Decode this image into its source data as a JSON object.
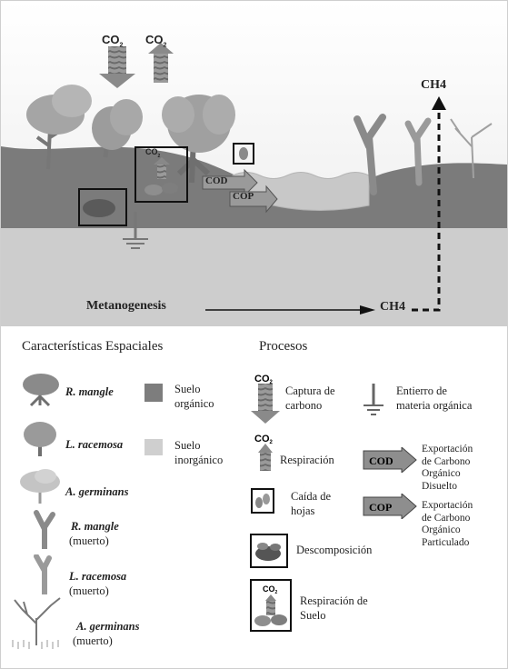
{
  "diagram": {
    "co2": "CO",
    "co2_sub": "2",
    "ch4_top": "CH4",
    "ch4_bottom": "CH4",
    "metanogenesis": "Metanogenesis",
    "cod": "COD",
    "cop": "COP"
  },
  "legend": {
    "spatial_title": "Características Espaciales",
    "process_title": "Procesos",
    "species": [
      {
        "name": "R. mangle",
        "extra": ""
      },
      {
        "name": "L. racemosa",
        "extra": ""
      },
      {
        "name": "A. germinans",
        "extra": ""
      },
      {
        "name": "R. mangle",
        "extra": "(muerto)"
      },
      {
        "name": "L. racemosa",
        "extra": "(muerto)"
      },
      {
        "name": "A. germinans",
        "extra": "(muerto)"
      }
    ],
    "soils": [
      {
        "line1": "Suelo",
        "line2": "orgánico",
        "color": "#7d7d7d"
      },
      {
        "line1": "Suelo",
        "line2": "inorgánico",
        "color": "#cfcfcf"
      }
    ],
    "processes": {
      "capture": {
        "line1": "Captura de",
        "line2": "carbono"
      },
      "burial": {
        "line1": "Entierro de",
        "line2": "materia orgánica"
      },
      "respiration": "Respiración",
      "cod_export": {
        "line1": "Exportación",
        "line2": "de Carbono",
        "line3": "Orgánico",
        "line4": "Disuelto"
      },
      "leaf_fall": {
        "line1": "Caída de",
        "line2": "hojas"
      },
      "cop_export": {
        "line1": "Exportación",
        "line2": "de Carbono",
        "line3": "Orgánico",
        "line4": "Particulado"
      },
      "decomposition": "Descomposición",
      "soil_respiration": {
        "line1": "Respiración de",
        "line2": "Suelo"
      }
    }
  }
}
